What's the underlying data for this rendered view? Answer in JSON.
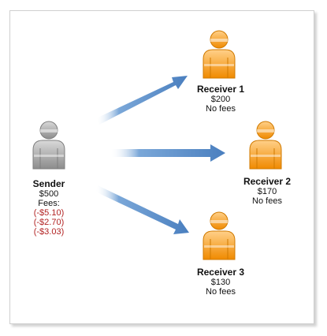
{
  "colors": {
    "arrow": "#5b8fc7",
    "sender_fill": "#a9a9a9",
    "receiver_fill": "#f5a623",
    "fee_text": "#b22222"
  },
  "sender": {
    "name": "Sender",
    "amount": "$500",
    "fees_label": "Fees:",
    "fees": [
      "(-$5.10)",
      "(-$2.70)",
      "(-$3.03)"
    ]
  },
  "receivers": [
    {
      "name": "Receiver 1",
      "amount": "$200",
      "note": "No fees"
    },
    {
      "name": "Receiver 2",
      "amount": "$170",
      "note": "No fees"
    },
    {
      "name": "Receiver 3",
      "amount": "$130",
      "note": "No fees"
    }
  ]
}
